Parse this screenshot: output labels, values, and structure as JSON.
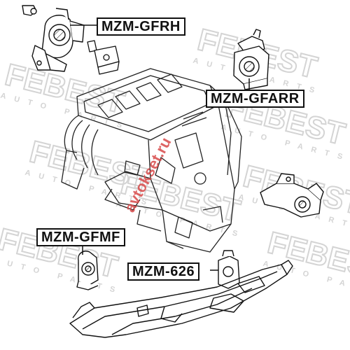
{
  "parts": {
    "gfrh": {
      "label": "MZM-GFRH"
    },
    "gfarr": {
      "label": "MZM-GFARR"
    },
    "gfmf": {
      "label": "MZM-GFMF"
    },
    "p626": {
      "label": "MZM-626"
    }
  },
  "watermarks": {
    "brand": "FEBEST",
    "tagline": "AUTO PARTS",
    "seller": "avtokset.ru"
  },
  "colors": {
    "line": "#111111",
    "watermark": "#dcdcdc",
    "seller_mark": "#d84a4a"
  }
}
